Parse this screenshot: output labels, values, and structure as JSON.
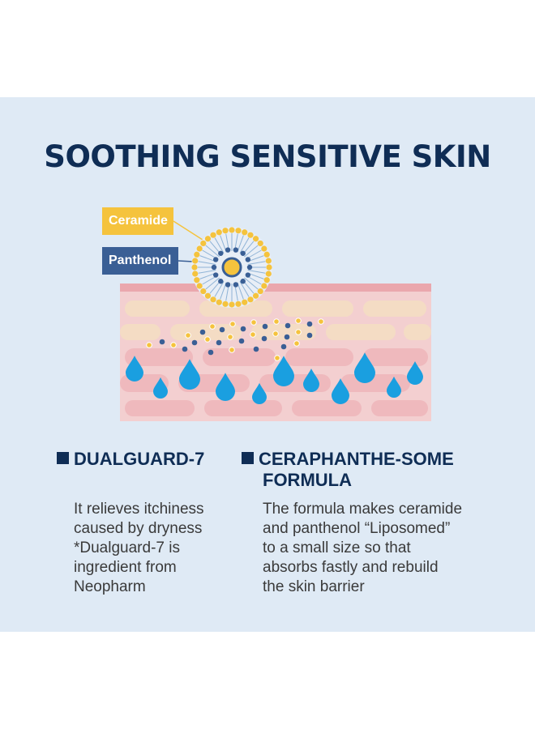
{
  "title": "SOOTHING SENSITIVE SKIN",
  "labels": {
    "ceramide": "Ceramide",
    "panthenol": "Panthenol"
  },
  "features": [
    {
      "heading_lines": [
        "DUALGUARD-7"
      ],
      "description_lines": [
        "It relieves itchiness",
        "caused by dryness",
        "*Dualguard-7 is",
        "ingredient from",
        "Neopharm"
      ]
    },
    {
      "heading_lines": [
        "CERAPHANTHE-SOME",
        "FORMULA"
      ],
      "description_lines": [
        "The formula makes ceramide",
        "and panthenol “Liposomed”",
        "to a small size so that",
        "absorbs fastly and rebuild",
        "the skin barrier"
      ]
    }
  ],
  "colors": {
    "panel_bg": "#dfeaf5",
    "navy": "#0f2d55",
    "ceramide_yellow": "#f5c33d",
    "panthenol_blue": "#3a5f95",
    "water_blue": "#1a9fe0",
    "skin_pink": "#f3cfd0",
    "skin_tan": "#f4dcc4"
  }
}
